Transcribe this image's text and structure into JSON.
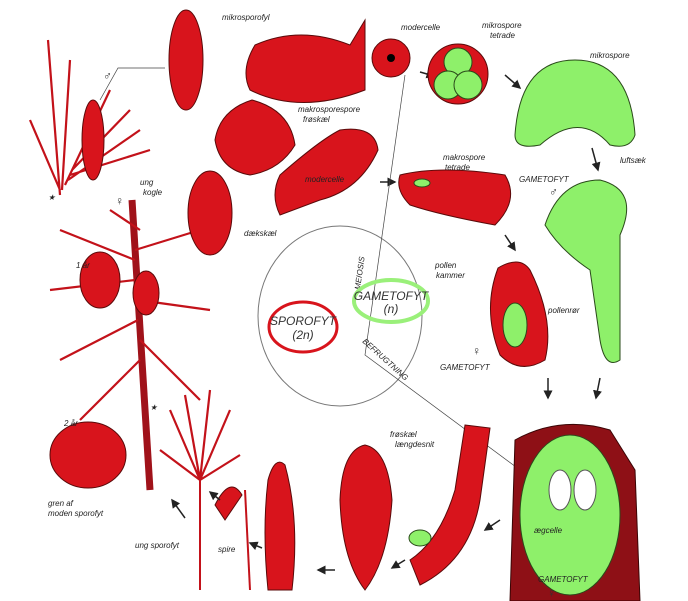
{
  "colors": {
    "sporophyte_red": "#d8141c",
    "dark_red": "#8e1016",
    "gametophyte_green": "#8ef06a"
  },
  "labels": {
    "mikrosporofyl": "mikrosporofyl",
    "spore": "spore",
    "modercelle_top": "modercelle",
    "mikrospore_tetrade_1": "mikrospore",
    "mikrospore_tetrade_2": "tetrade",
    "mikrospore": "mikrospore",
    "makrospore_1": "makrospore",
    "froskael": "frøskæl",
    "modercelle_mid": "modercelle",
    "makrospore_tetrade_1": "makrospore",
    "makrospore_tetrade_2": "tetrade",
    "luftsaek": "luftsæk",
    "gametofyt_male": "GAMETOFYT",
    "male_symbol": "♂",
    "male_symbol_branch": "♂",
    "ung": "ung",
    "kogle": "kogle",
    "female_symbol": "♀",
    "daekskael": "dækskæl",
    "aar1": "1 år",
    "pollen": "pollen",
    "kammer": "kammer",
    "pollenror": "pollenrør",
    "female_gametofyt_symbol": "♀",
    "female_gametofyt": "GAMETOFYT",
    "meiosis": "MEIOSIS",
    "gametofyt_cycle": "GAMETOFYT",
    "gametofyt_n": "(n)",
    "sporofyt_cycle": "SPOROFYT",
    "sporofyt_2n": "(2n)",
    "befrugtning": "BEFRUGTNING",
    "aar2": "2 år",
    "gren_af": "gren af",
    "moden_sporofyt": "moden sporofyt",
    "froskael_2": "frøskæl",
    "laengdesnit": "længdesnit",
    "aegcelle": "ægcelle",
    "gametofyt_bottom": "GAMETOFYT",
    "female_symbol_bottom": "♀",
    "ung_sporofyt": "ung sporofyt",
    "spire": "spire",
    "star": "★"
  }
}
